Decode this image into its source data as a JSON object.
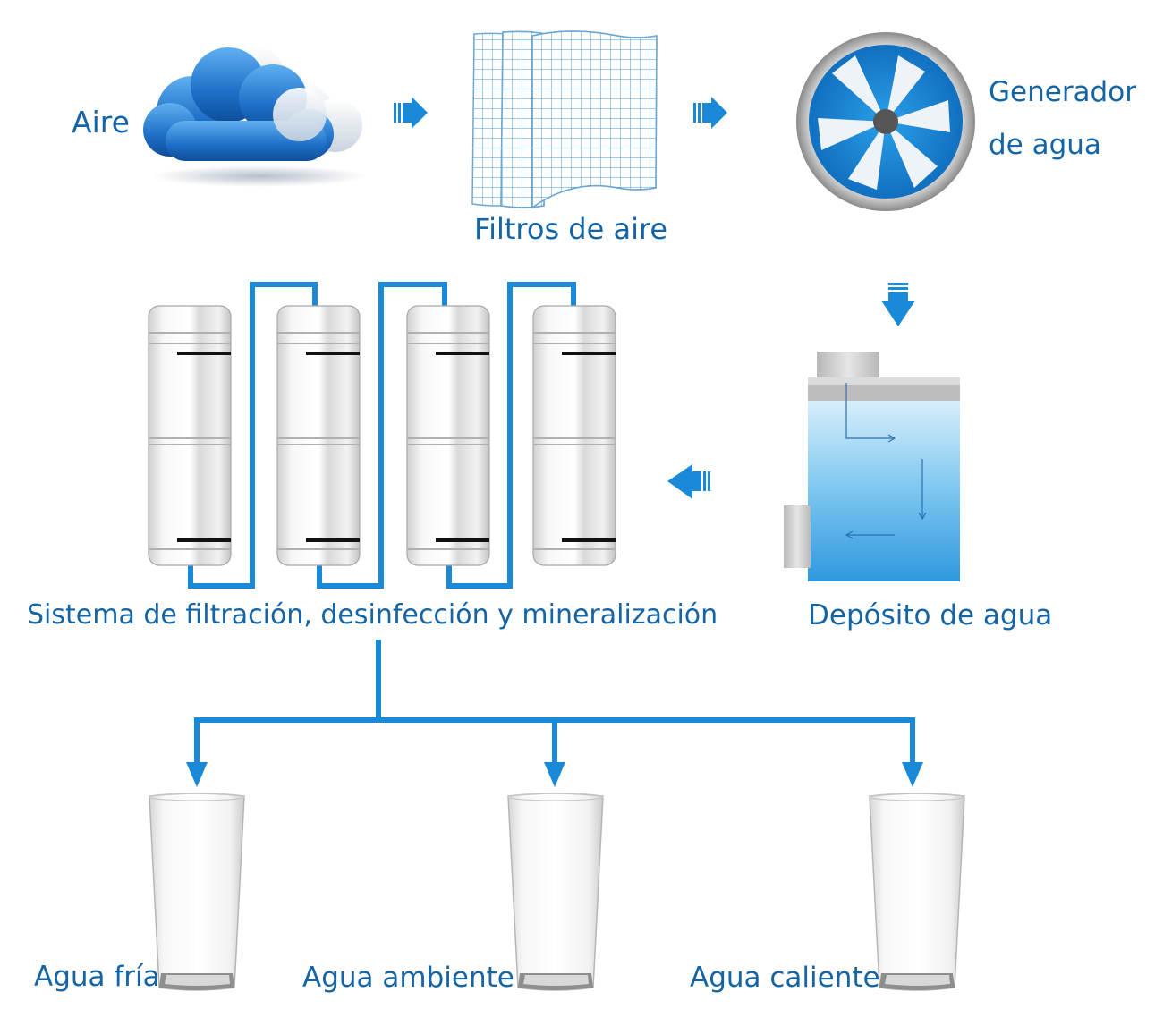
{
  "colors": {
    "label": "#1565a6",
    "pipe": "#1a8ad8",
    "arrow": "#1a8ad8",
    "cloud": "#2a7fd0",
    "fan_blue": "#1f8fdc",
    "tank_water": "#5ab5ea"
  },
  "labels": {
    "aire": "Aire",
    "filtros": "Filtros de aire",
    "generador_line1": "Generador",
    "generador_line2": "de agua",
    "sistema": "Sistema de filtración, desinfección y mineralización",
    "deposito": "Depósito de agua",
    "agua_fria": "Agua fría",
    "agua_ambiente": "Agua ambiente",
    "agua_caliente": "Agua caliente"
  },
  "icons": {
    "air": "cloud-icon",
    "filters": "air-filter-mesh-icon",
    "generator": "fan-icon",
    "tank": "water-tank-icon",
    "cartridges": "filter-cartridge-icon",
    "glass": "glass-icon"
  }
}
